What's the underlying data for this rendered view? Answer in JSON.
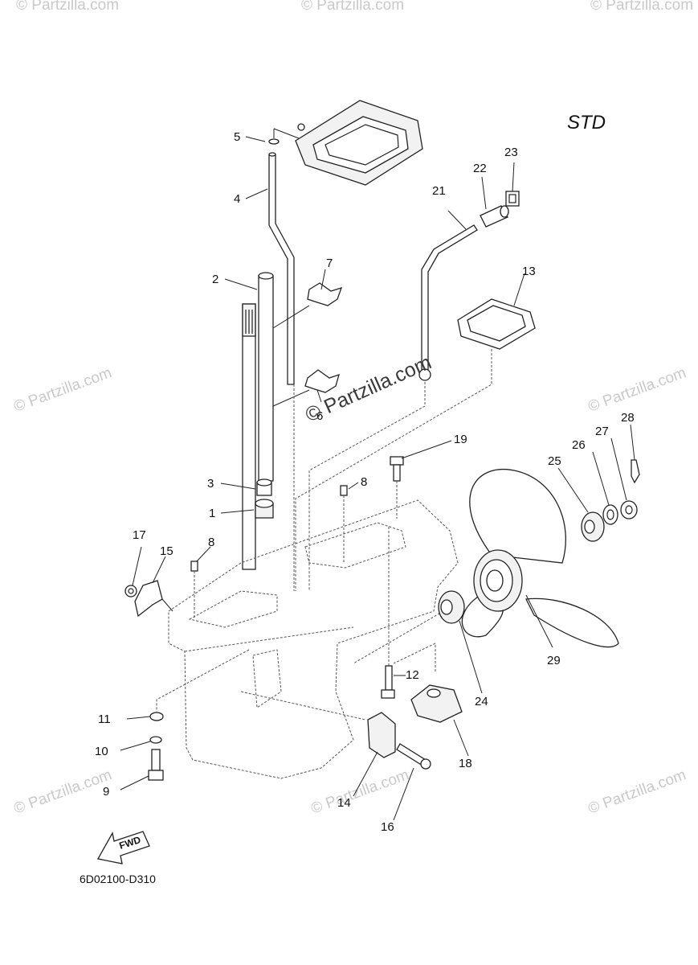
{
  "header": {
    "variant": "STD"
  },
  "callouts": {
    "c1": "1",
    "c2": "2",
    "c3": "3",
    "c4": "4",
    "c5": "5",
    "c6": "6",
    "c7": "7",
    "c8a": "8",
    "c8b": "8",
    "c9": "9",
    "c10": "10",
    "c11": "11",
    "c12": "12",
    "c13": "13",
    "c14": "14",
    "c15": "15",
    "c16": "16",
    "c17": "17",
    "c18": "18",
    "c19": "19",
    "c21": "21",
    "c22": "22",
    "c23": "23",
    "c24": "24",
    "c25": "25",
    "c26": "26",
    "c27": "27",
    "c28": "28",
    "c29": "29"
  },
  "fwd_label": "FWD",
  "diagram_code": "6D02100-D310",
  "watermark": {
    "main": "© Partzilla.com",
    "repeat": "© Partzilla.com"
  }
}
